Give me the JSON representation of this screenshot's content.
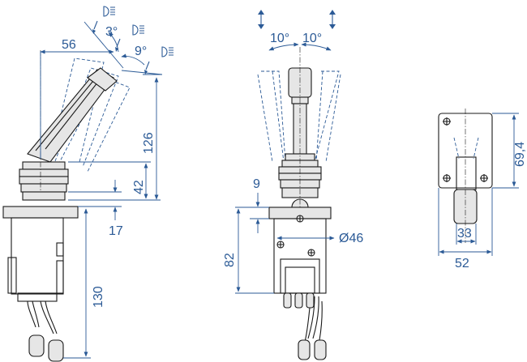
{
  "views": {
    "side": {
      "dimensions": {
        "top_offset": "56",
        "angle_1": "3°",
        "angle_2": "9°",
        "lever_height": "126",
        "handle_height": "42",
        "flange": "17",
        "body_height": "130"
      }
    },
    "front": {
      "dimensions": {
        "angle_left": "10°",
        "angle_right": "10°",
        "gap": "9",
        "body_height": "82",
        "diameter": "Ø46"
      }
    },
    "mount": {
      "dimensions": {
        "height": "69,4",
        "inner_width": "33",
        "outer_width": "52"
      }
    }
  },
  "icons": [
    "headlight-icon",
    "move-up-down-icon"
  ],
  "colors": {
    "dimension": "#2b5a96",
    "outline": "#1a1a1a"
  }
}
